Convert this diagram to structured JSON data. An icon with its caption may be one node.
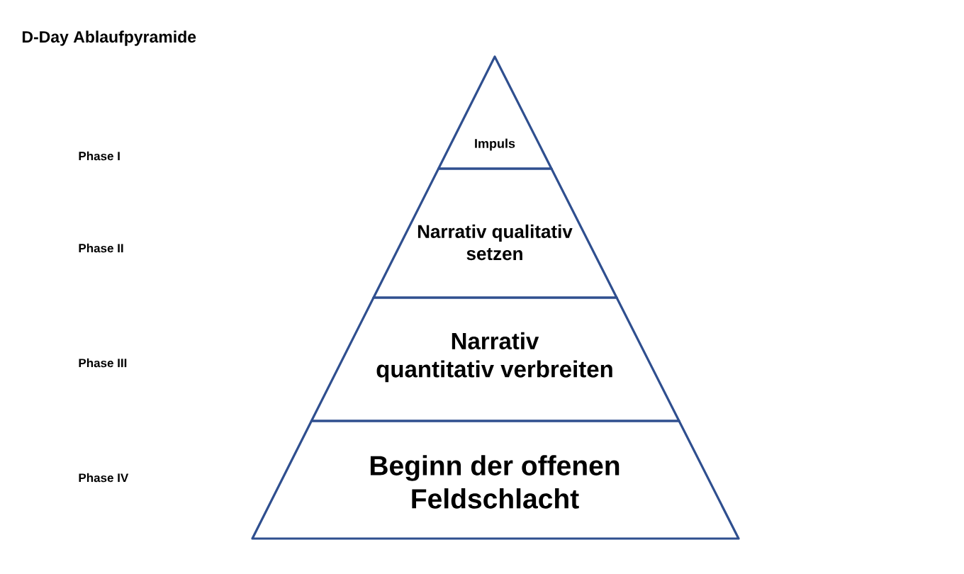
{
  "diagram": {
    "title": "D-Day Ablaufpyramide",
    "nodes": [
      {
        "text": [
          "Impuls"
        ]
      },
      {
        "text": [
          "Narrativ qualitativ setzen"
        ]
      },
      {
        "text": [
          "Narrativ quantitativ verbreiten"
        ]
      },
      {
        "text": [
          "Beginn der offenen Feldschlacht"
        ]
      }
    ],
    "labels": [
      "Phase I",
      "Phase II",
      "Phase III",
      "Phase IV"
    ]
  }
}
